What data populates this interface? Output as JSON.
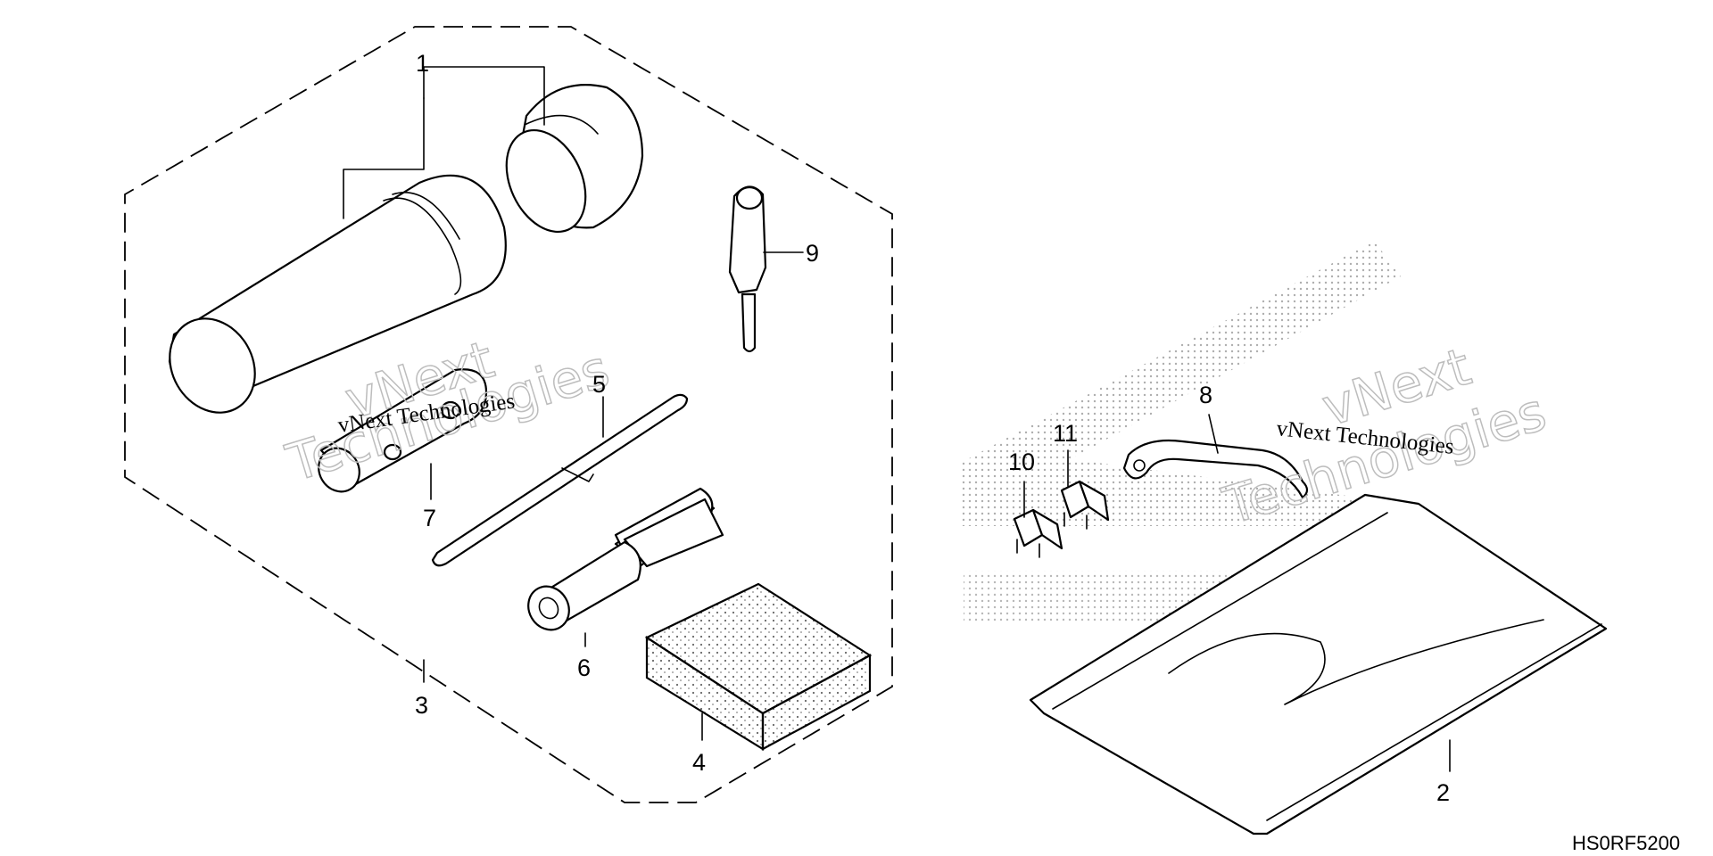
{
  "diagram": {
    "part_code": "HS0RF5200",
    "watermark": {
      "line1": "vNext",
      "line2": "Technologies",
      "small": "vNext Technologies"
    },
    "callouts": {
      "c1": "1",
      "c2": "2",
      "c3": "3",
      "c4": "4",
      "c5": "5",
      "c6": "6",
      "c7": "7",
      "c8": "8",
      "c9": "9",
      "c10": "10",
      "c11": "11"
    },
    "colors": {
      "line": "#000000",
      "watermark": "#bdbdbd",
      "stipple": "#9a9a9a"
    }
  }
}
